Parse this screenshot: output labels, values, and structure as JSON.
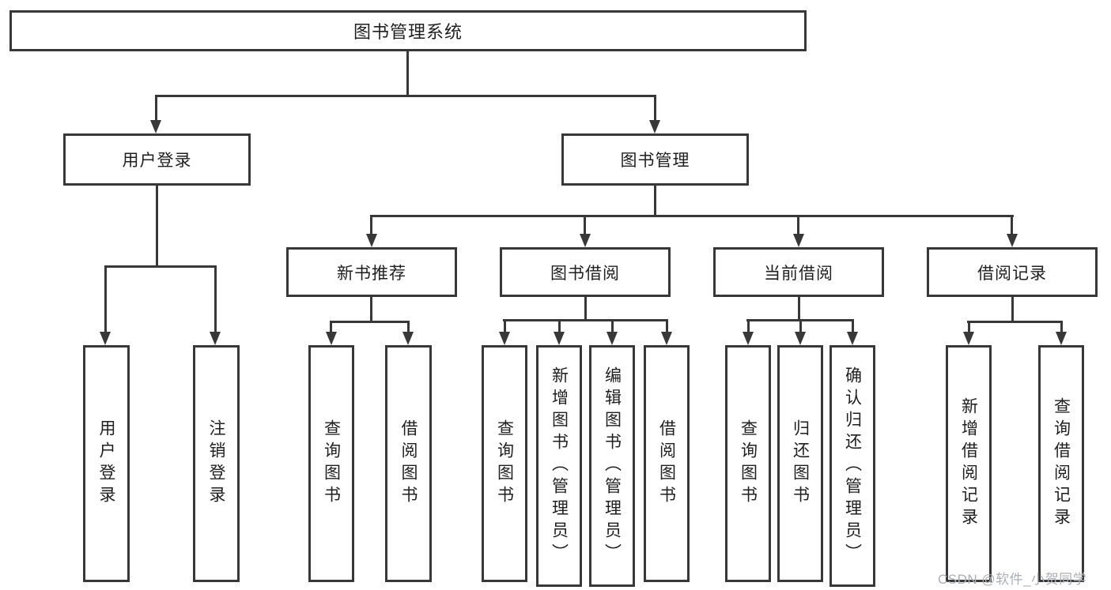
{
  "watermark": "CSDN @软件_小贺同学",
  "colors": {
    "line": "#383838",
    "box_background": "#ffffff",
    "text": "#1f1f1f",
    "watermark_text": "#aab0b6"
  },
  "diagram": {
    "root": "图书管理系统",
    "branches": [
      {
        "label": "用户登录",
        "children": [
          "用户登录",
          "注销登录"
        ]
      },
      {
        "label": "图书管理",
        "children": [
          {
            "label": "新书推荐",
            "children": [
              "查询图书",
              "借阅图书"
            ]
          },
          {
            "label": "图书借阅",
            "children": [
              "查询图书",
              "新增图书（管理员）",
              "编辑图书（管理员）",
              "借阅图书"
            ]
          },
          {
            "label": "当前借阅",
            "children": [
              "查询图书",
              "归还图书",
              "确认归还（管理员）"
            ]
          },
          {
            "label": "借阅记录",
            "children": [
              "新增借阅记录",
              "查询借阅记录"
            ]
          }
        ]
      }
    ]
  }
}
